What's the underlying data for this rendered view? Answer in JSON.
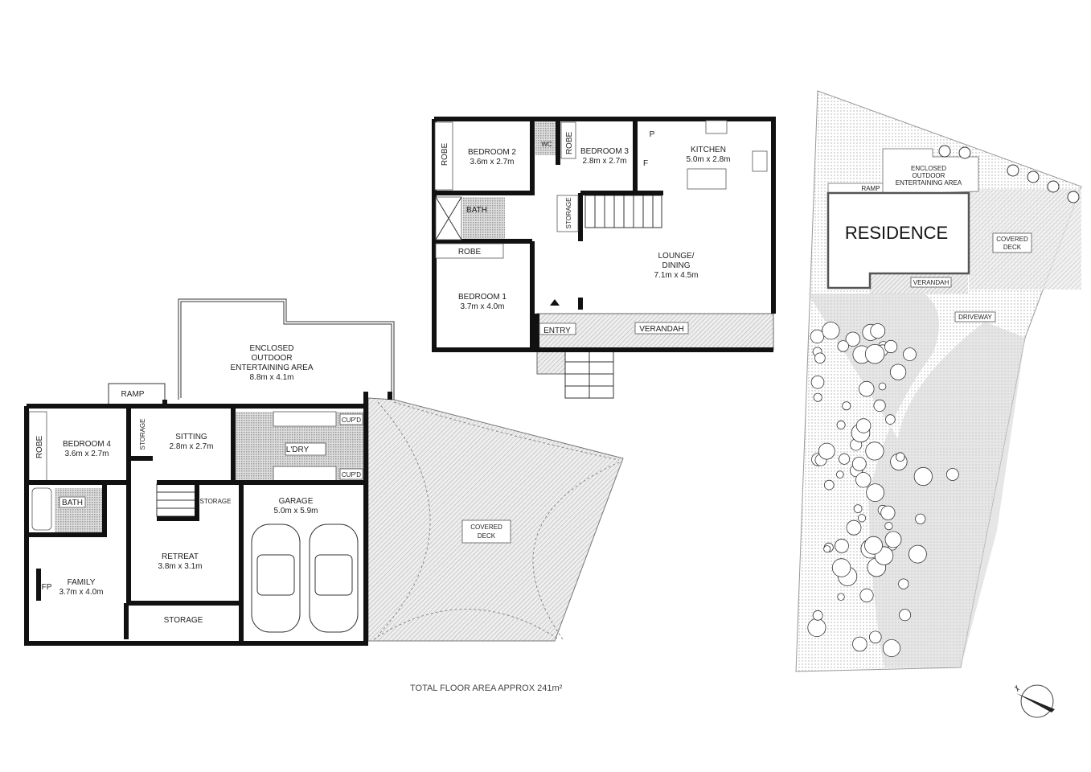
{
  "upper_floor": {
    "rooms": {
      "bedroom2": [
        "BEDROOM 2",
        "3.6m x 2.7m"
      ],
      "bedroom3": [
        "BEDROOM 3",
        "2.8m x 2.7m"
      ],
      "kitchen": [
        "KITCHEN",
        "5.0m x 2.8m"
      ],
      "lounge": [
        "LOUNGE/",
        "DINING",
        "7.1m x 4.5m"
      ],
      "bedroom1": [
        "BEDROOM 1",
        "3.7m x 4.0m"
      ]
    },
    "labels": {
      "robe_b2": "ROBE",
      "robe_b3": "ROBE",
      "robe_b1": "ROBE",
      "wc": "WC",
      "bath": "BATH",
      "storage": "STORAGE",
      "pantry": "P",
      "fridge": "F",
      "entry": "ENTRY",
      "verandah": "VERANDAH"
    }
  },
  "lower_floor": {
    "rooms": {
      "outdoor": [
        "ENCLOSED",
        "OUTDOOR",
        "ENTERTAINING AREA",
        "8.8m x 4.1m"
      ],
      "bedroom4": [
        "BEDROOM 4",
        "3.6m x 2.7m"
      ],
      "sitting": [
        "SITTING",
        "2.8m x 2.7m"
      ],
      "garage": [
        "GARAGE",
        "5.0m x 5.9m"
      ],
      "retreat": [
        "RETREAT",
        "3.8m x 3.1m"
      ],
      "family": [
        "FAMILY",
        "3.7m x 4.0m"
      ],
      "covered_deck": [
        "COVERED",
        "DECK"
      ]
    },
    "labels": {
      "ramp": "RAMP",
      "robe": "ROBE",
      "storage_v": "STORAGE",
      "laundry": "L'DRY",
      "cupd1": "CUP'D",
      "cupd2": "CUP'D",
      "bath": "BATH",
      "storage_s": "STORAGE",
      "fp": "FP",
      "storage_bottom": "STORAGE"
    }
  },
  "site_plan": {
    "residence": "RESIDENCE",
    "outdoor": [
      "ENCLOSED",
      "OUTDOOR",
      "ENTERTAINING AREA"
    ],
    "ramp": "RAMP",
    "covered_deck": [
      "COVERED",
      "DECK"
    ],
    "verandah": "VERANDAH",
    "driveway": "DRIVEWAY"
  },
  "footer": {
    "total_area": "TOTAL FLOOR AREA  APPROX  241m²"
  },
  "north_arrow": "north-arrow-icon",
  "colors": {
    "wall": "#111111",
    "hatch": "#bdbdbd",
    "laundry": "#a8a8a8"
  }
}
